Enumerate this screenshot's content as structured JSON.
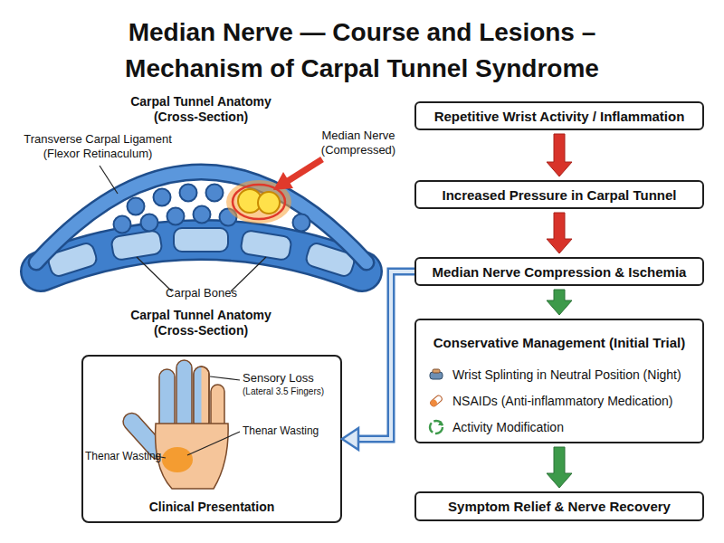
{
  "diagram": {
    "title": "Median Nerve — Course and Lesions – Mechanism of Carpal Tunnel Syndrome",
    "nodes": [
      {
        "text": [
          "Repetitive Wrist Activity / Inflammation"
        ]
      },
      {
        "text": [
          "Increased Pressure in Carpal Tunnel"
        ]
      },
      {
        "text": [
          "Median Nerve Compression & Ischemia"
        ]
      },
      {
        "text": [
          "Conservative Management (Initial Trial)",
          "Wrist Splinting in Neutral Position (Night)",
          "NSAIDs (Anti-inflammatory Medication)",
          "Activity Modification"
        ]
      },
      {
        "text": [
          "Symptom Relief & Nerve Recovery"
        ]
      },
      {
        "text": [
          "Clinical Presentation"
        ]
      }
    ],
    "edges": [
      {
        "from": 0,
        "to": 1,
        "arrow": "to"
      },
      {
        "from": 1,
        "to": 2,
        "arrow": "to"
      },
      {
        "from": 2,
        "to": 3,
        "arrow": "to"
      },
      {
        "from": 3,
        "to": 4,
        "arrow": "to"
      },
      {
        "from": 2,
        "to": 5,
        "arrow": "to"
      }
    ],
    "labels": [
      "Carpal Tunnel Anatomy (Cross-Section)",
      "Transverse Carpal Ligament (Flexor Retinaculum)",
      "Median Nerve (Compressed)",
      "Carpal Bones",
      "Carpal Tunnel Anatomy (Cross-Section)",
      "Sensory Loss",
      "(Lateral 3.5 Fingers)",
      "Thenar Wasting",
      "Thenar Wasting"
    ]
  }
}
